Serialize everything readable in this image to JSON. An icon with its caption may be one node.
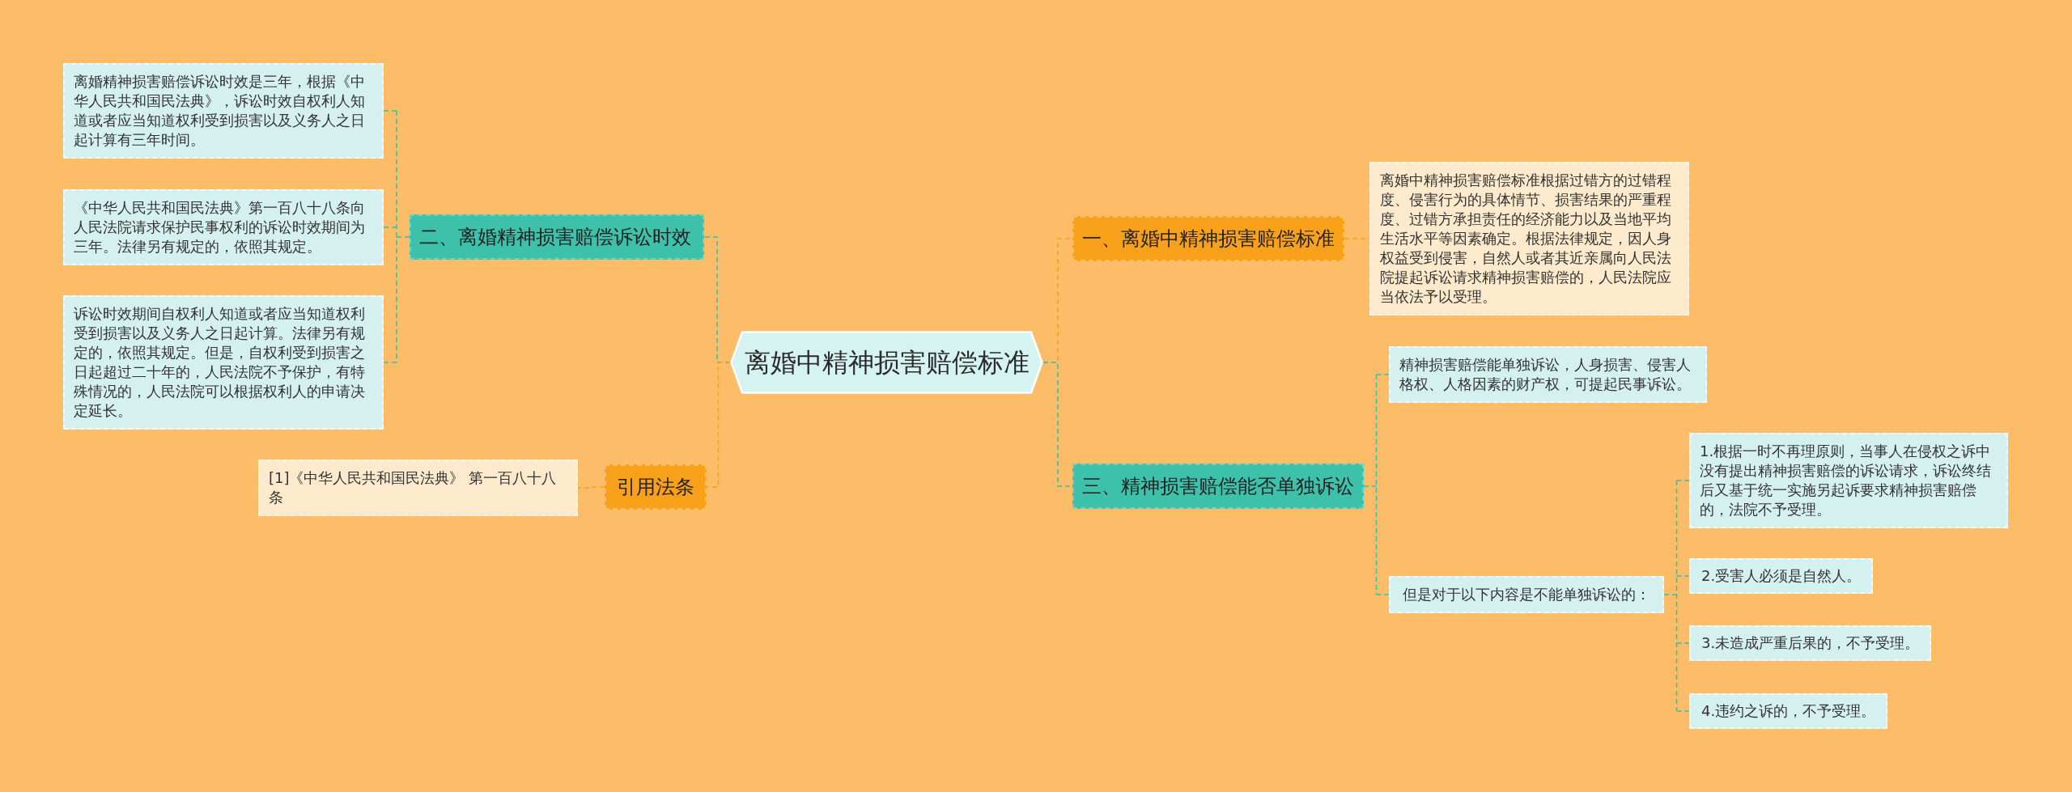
{
  "diagram": {
    "nodes": [
      {
        "text": [
          "离婚中精神损害赔偿标准"
        ]
      },
      {
        "text": [
          "二、离婚精神损害赔偿诉讼时效"
        ]
      },
      {
        "text": [
          "离婚精神损害赔偿诉讼时效是三年，根据《中华人民共和国民法典》，诉讼时效自权利人知道或者应当知道权利受到损害以及义务人之日起计算有三年时间。"
        ]
      },
      {
        "text": [
          "《中华人民共和国民法典》第一百八十八条向人民法院请求保护民事权利的诉讼时效期间为三年。法律另有规定的，依照其规定。"
        ]
      },
      {
        "text": [
          "诉讼时效期间自权利人知道或者应当知道权利受到损害以及义务人之日起计算。法律另有规定的，依照其规定。但是，自权利受到损害之日起超过二十年的，人民法院不予保护，有特殊情况的，人民法院可以根据权利人的申请决定延长。"
        ]
      },
      {
        "text": [
          "引用法条"
        ]
      },
      {
        "text": [
          "[1]《中华人民共和国民法典》 第一百八十八条"
        ]
      },
      {
        "text": [
          "一、离婚中精神损害赔偿标准"
        ]
      },
      {
        "text": [
          "离婚中精神损害赔偿标准根据过错方的过错程度、侵害行为的具体情节、损害结果的严重程度、过错方承担责任的经济能力以及当地平均生活水平等因素确定。根据法律规定，因人身权益受到侵害，自然人或者其近亲属向人民法院提起诉讼请求精神损害赔偿的，人民法院应当依法予以受理。"
        ]
      },
      {
        "text": [
          "三、精神损害赔偿能否单独诉讼"
        ]
      },
      {
        "text": [
          "精神损害赔偿能单独诉讼，人身损害、侵害人格权、人格因素的财产权，可提起民事诉讼。"
        ]
      },
      {
        "text": [
          "但是对于以下内容是不能单独诉讼的："
        ]
      },
      {
        "text": [
          "1.根据一时不再理原则，当事人在侵权之诉中没有提出精神损害赔偿的诉讼请求，诉讼终结后又基于统一实施另起诉要求精神损害赔偿的，法院不予受理。"
        ]
      },
      {
        "text": [
          "2.受害人必须是自然人。"
        ]
      },
      {
        "text": [
          "3.未造成严重后果的，不予受理。"
        ]
      },
      {
        "text": [
          "4.违约之诉的，不予受理。"
        ]
      }
    ],
    "edges": [
      {
        "from": 0,
        "to": 1,
        "arrow": "none",
        "style": "dashed"
      },
      {
        "from": 1,
        "to": 2,
        "arrow": "none",
        "style": "dashed"
      },
      {
        "from": 1,
        "to": 3,
        "arrow": "none",
        "style": "dashed"
      },
      {
        "from": 1,
        "to": 4,
        "arrow": "none",
        "style": "dashed"
      },
      {
        "from": 0,
        "to": 5,
        "arrow": "none",
        "style": "dashed",
        "color": "#f7a11d"
      },
      {
        "from": 5,
        "to": 6,
        "arrow": "none",
        "style": "dashed",
        "color": "#f7a11d"
      },
      {
        "from": 0,
        "to": 7,
        "arrow": "none",
        "style": "dashed",
        "color": "#f7a11d"
      },
      {
        "from": 7,
        "to": 8,
        "arrow": "none",
        "style": "dashed",
        "color": "#f7a11d"
      },
      {
        "from": 0,
        "to": 9,
        "arrow": "none",
        "style": "dashed"
      },
      {
        "from": 9,
        "to": 10,
        "arrow": "none",
        "style": "dashed"
      },
      {
        "from": 9,
        "to": 11,
        "arrow": "none",
        "style": "dashed"
      },
      {
        "from": 11,
        "to": 12,
        "arrow": "none",
        "style": "dashed"
      },
      {
        "from": 11,
        "to": 13,
        "arrow": "none",
        "style": "dashed"
      },
      {
        "from": 11,
        "to": 14,
        "arrow": "none",
        "style": "dashed"
      },
      {
        "from": 11,
        "to": 15,
        "arrow": "none",
        "style": "dashed"
      }
    ]
  }
}
